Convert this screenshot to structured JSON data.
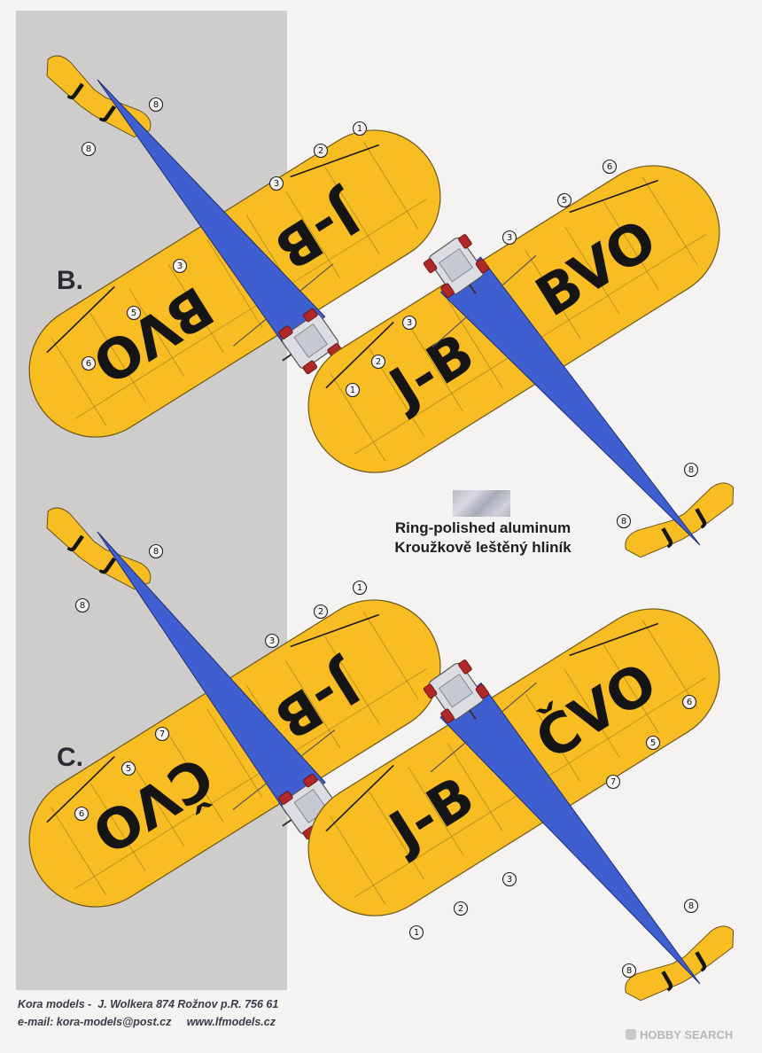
{
  "schemes": [
    {
      "id": "B",
      "label": "B.",
      "registration": "J-BBVO",
      "wing_left": "J-B",
      "wing_right": "BVO"
    },
    {
      "id": "C",
      "label": "C.",
      "registration": "J-BČVO",
      "wing_left": "J-B",
      "wing_right": "ČVO"
    }
  ],
  "tail_letter": "J",
  "callouts": [
    "1",
    "2",
    "3",
    "5",
    "6",
    "7",
    "8"
  ],
  "legend": {
    "line1": "Ring-polished aluminum",
    "line2": "Kroužkově leštěný hliník"
  },
  "footer": {
    "line1": "Kora models -  J. Wolkera 874 Rožnov p.R. 756 61",
    "line2": "e-mail: kora-models@post.cz     www.lfmodels.cz"
  },
  "watermark": "HOBBY SEARCH",
  "colors": {
    "wing": "#f7bd23",
    "fuselage": "#3f5fd0",
    "panel": "#cfcdcc",
    "letters": "#151515",
    "engine": "#b02828"
  }
}
